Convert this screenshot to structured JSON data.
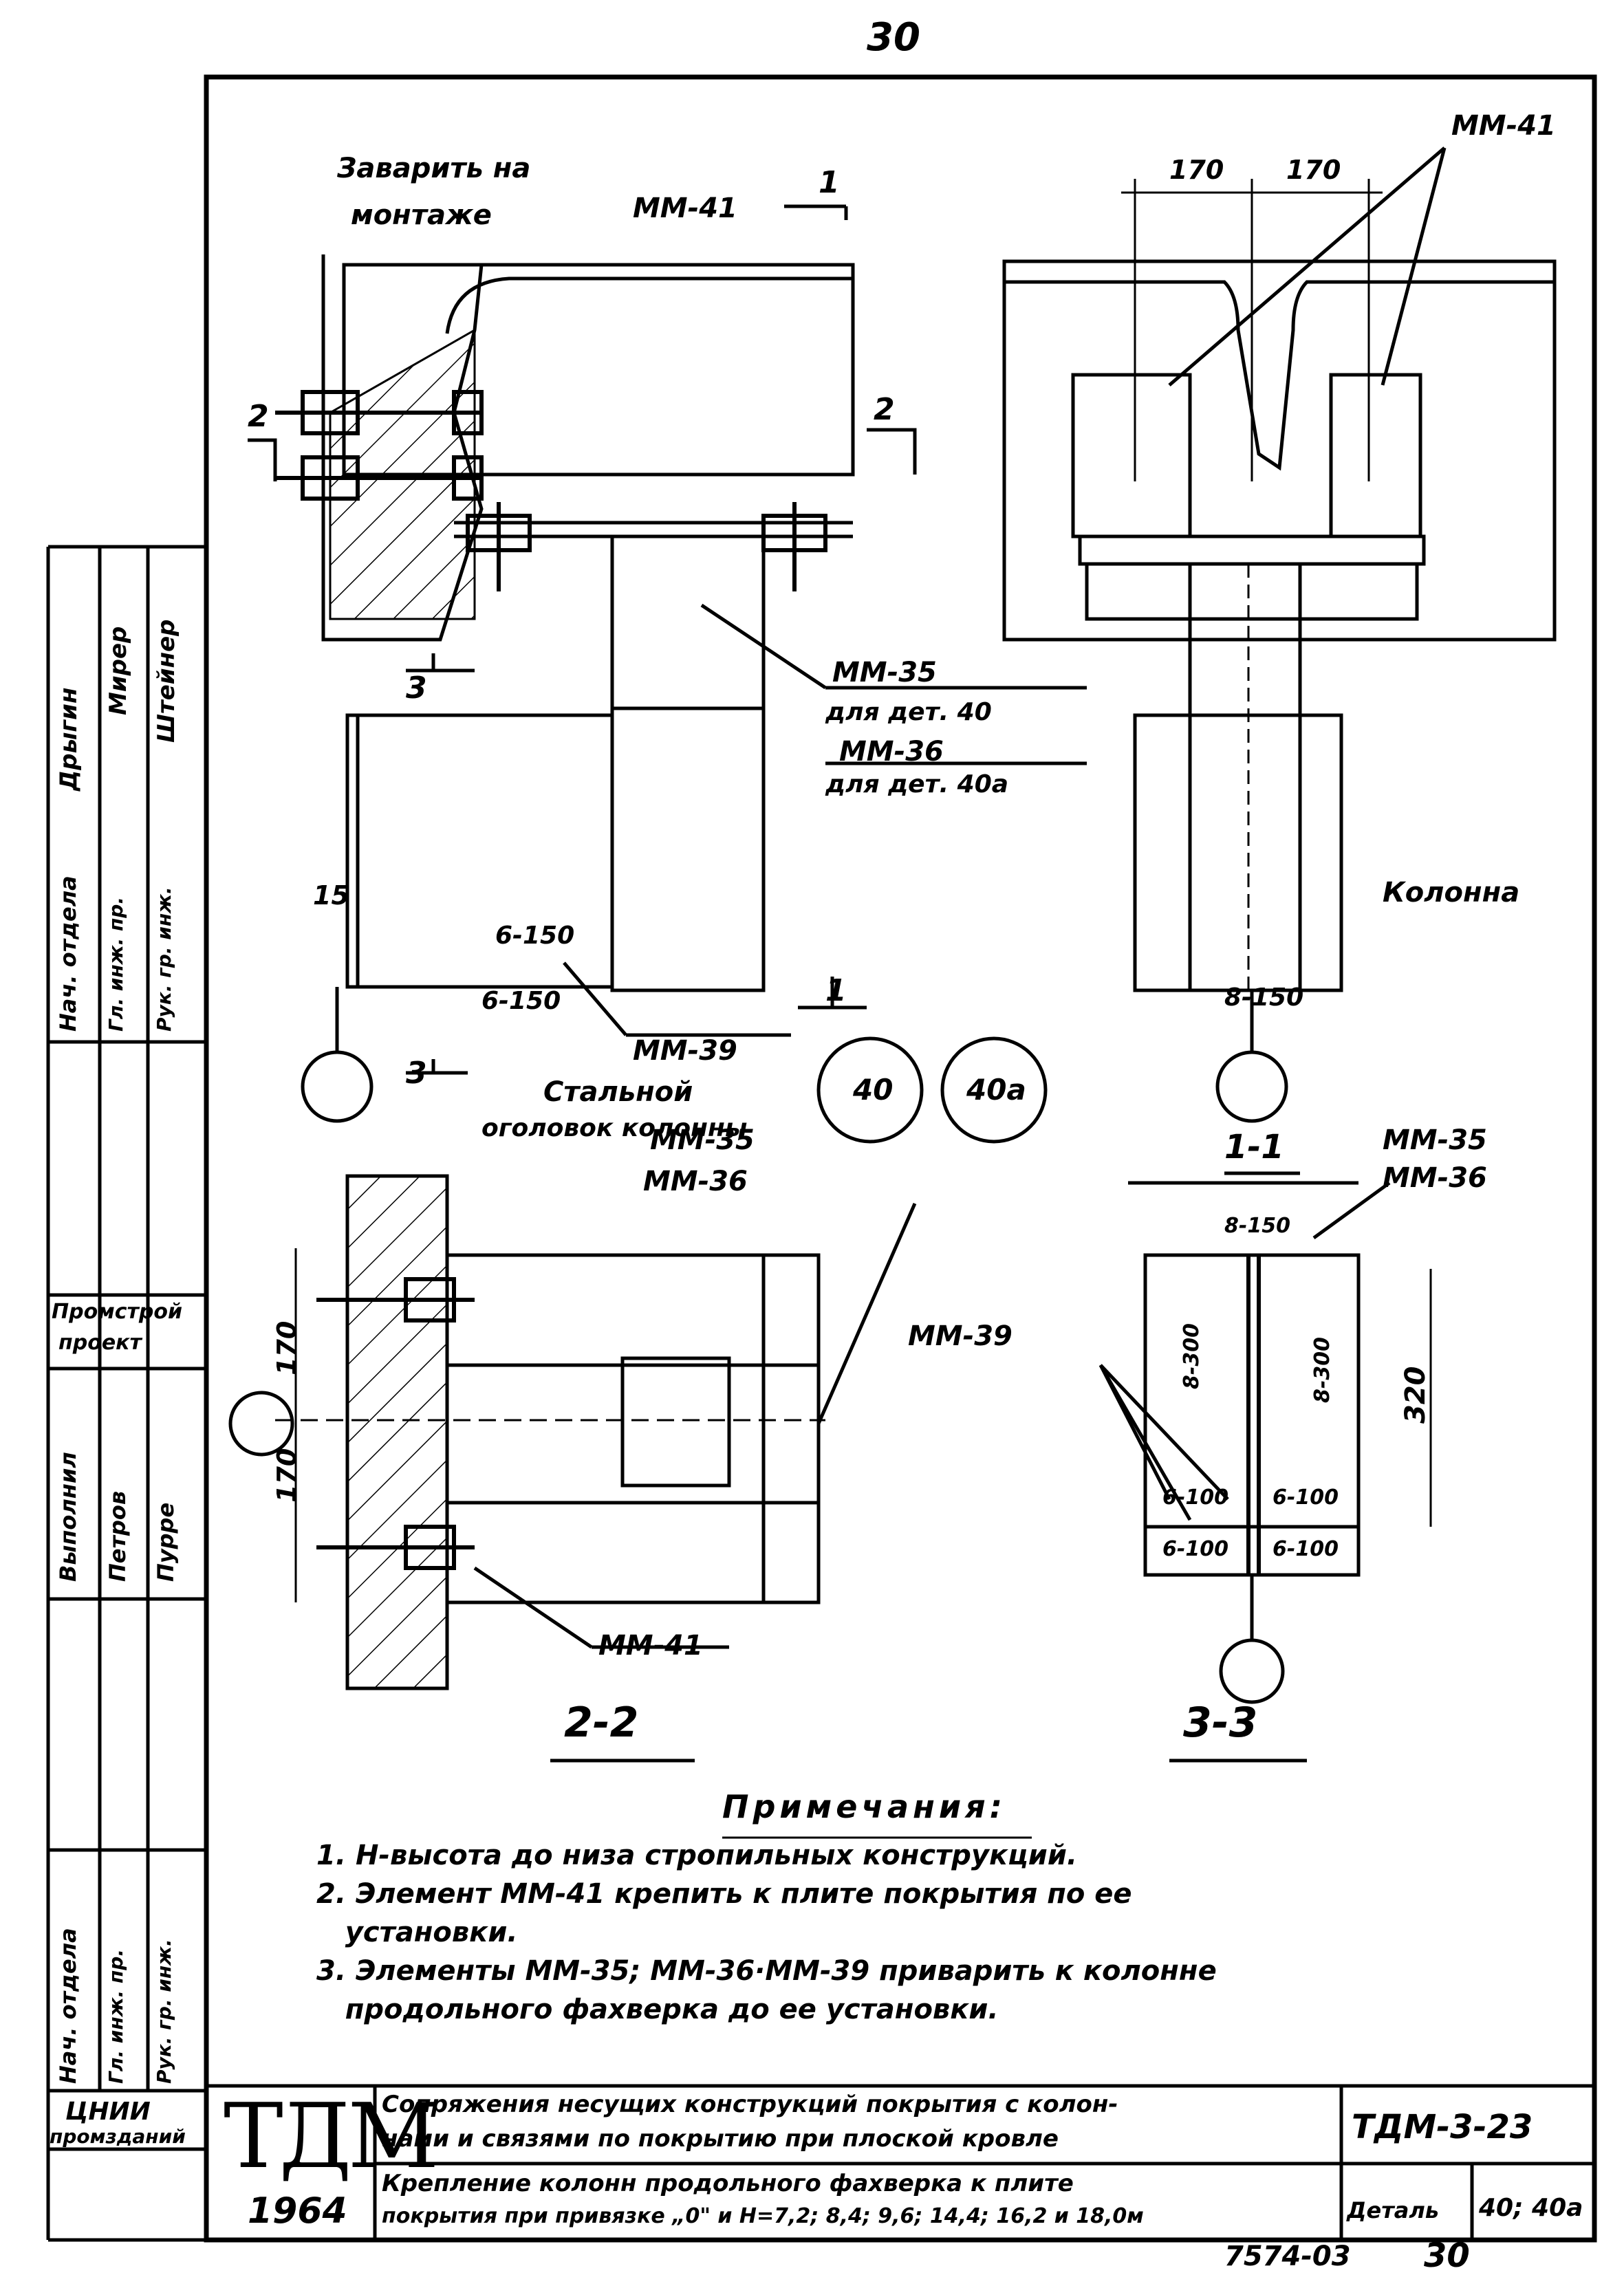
{
  "page": {
    "top_number": "30",
    "bottom_code": "7574-03",
    "bottom_page": "30"
  },
  "callouts": {
    "weld_on_site": [
      "Заварить на",
      "монтаже"
    ],
    "mm41_a": "ММ-41",
    "mm41_b": "ММ-41",
    "mm41_c": "ММ-41",
    "mm35": "ММ-35",
    "mm35_det": "для дет. 40",
    "mm36": "ММ-36",
    "mm36_det": "для дет. 40а",
    "mm39_a": "ММ-39",
    "mm39_b": "ММ-39",
    "kolonna": "Колонна",
    "steel_head": [
      "Стальной",
      "оголовок колонны"
    ],
    "mm35_mm36_top": [
      "ММ-35",
      "ММ-36"
    ],
    "mm35_mm36_right": [
      "ММ-35",
      "ММ-36"
    ]
  },
  "dims": {
    "d170_a": "170",
    "d170_b": "170",
    "d170_c": "170",
    "d170_d": "170",
    "d320": "320"
  },
  "welds": {
    "w6_150_top": "6-150",
    "w6_150_bot": "6-150",
    "w8_150_a": "8-150",
    "w8_150_b": "8-150",
    "w8_300_a": "8-300",
    "w8_300_b": "8-300",
    "w6_100_a": "6-100",
    "w6_100_b": "6-100",
    "w6_100_c": "6-100",
    "w6_100_d": "6-100"
  },
  "section_marks": {
    "s1": "1",
    "s1b": "1",
    "s2": "2",
    "s2b": "2",
    "s3": "3",
    "s3b": "3",
    "s15": "15"
  },
  "detail_circles": {
    "c40": "40",
    "c40a": "40а"
  },
  "section_titles": {
    "s11": "1-1",
    "s22": "2-2",
    "s33": "3-3"
  },
  "notes": {
    "title": "Примечания:",
    "items": [
      "1. Н-высота до низа стропильных конструкций.",
      "2. Элемент ММ-41 крепить к плите покрытия по ее",
      "   установки.",
      "3. Элементы ММ-35; ММ-36·ММ-39 приварить к колонне",
      "   продольного фахверка до ее установки."
    ]
  },
  "stamp": {
    "rows": [
      [
        "Нач. отдела",
        "Гл. инж. пр.",
        "Рук. гр. инж."
      ],
      [
        "Промстрой",
        "проект"
      ],
      [
        "Выполнил",
        "Петров",
        "Пурре"
      ],
      [
        "Нач. отдела",
        "Гл. инж. пр.",
        "Рук. гр. инж."
      ],
      [
        "Дрыгин",
        "Мирер",
        "Штейнер"
      ]
    ],
    "org": [
      "ЦНИИ",
      "промзданий"
    ]
  },
  "title_block": {
    "logo": "ТДМ",
    "year": "1964",
    "title_1": "Сопряжения несущих конструкций покрытия с колон-",
    "title_2": "нами и связями по покрытию при плоской кровле",
    "sub_1": "Крепление колонн продольного фахверка к плите",
    "sub_2": "покрытия при привязке „0\" и Н=7,2; 8,4; 9,6; 14,4; 16,2 и 18,0м",
    "code": "ТДМ-3-23",
    "detail_label": "Деталь",
    "detail_value": "40; 40а"
  }
}
